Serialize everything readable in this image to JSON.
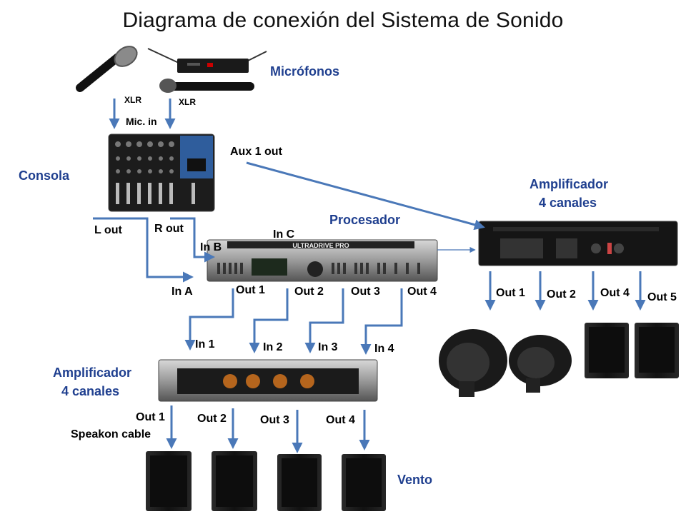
{
  "title": "Diagrama de conexión del Sistema de Sonido",
  "colors": {
    "arrow": "#4a78b8",
    "heading": "#1f3f8f",
    "device": "#1a1a1a"
  },
  "sections": {
    "microphones": "Micrófonos",
    "console": "Consola",
    "processor": "Procesador",
    "amp_right_line1": "Amplificador",
    "amp_right_line2": "4 canales",
    "amp_left_line1": "Amplificador",
    "amp_left_line2": "4 canales",
    "speakers": "Vento"
  },
  "labels": {
    "xlr_1": "XLR",
    "xlr_2": "XLR",
    "mic_in": "Mic. in",
    "aux1_out": "Aux 1 out",
    "l_out": "L out",
    "r_out": "R out",
    "in_a": "In A",
    "in_b": "In B",
    "in_c": "In C",
    "proc_out1": "Out 1",
    "proc_out2": "Out 2",
    "proc_out3": "Out 3",
    "proc_out4": "Out 4",
    "amp_in1": "In 1",
    "amp_in2": "In 2",
    "amp_in3": "In 3",
    "amp_in4": "In 4",
    "amp_out1": "Out 1",
    "amp_out2": "Out 2",
    "amp_out3": "Out 3",
    "amp_out4": "Out 4",
    "speakon": "Speakon cable",
    "ramp_out1": "Out 1",
    "ramp_out2": "Out 2",
    "ramp_out4": "Out 4",
    "ramp_out5": "Out 5"
  },
  "devices": {
    "processor_brand": "ULTRADRIVE PRO"
  }
}
